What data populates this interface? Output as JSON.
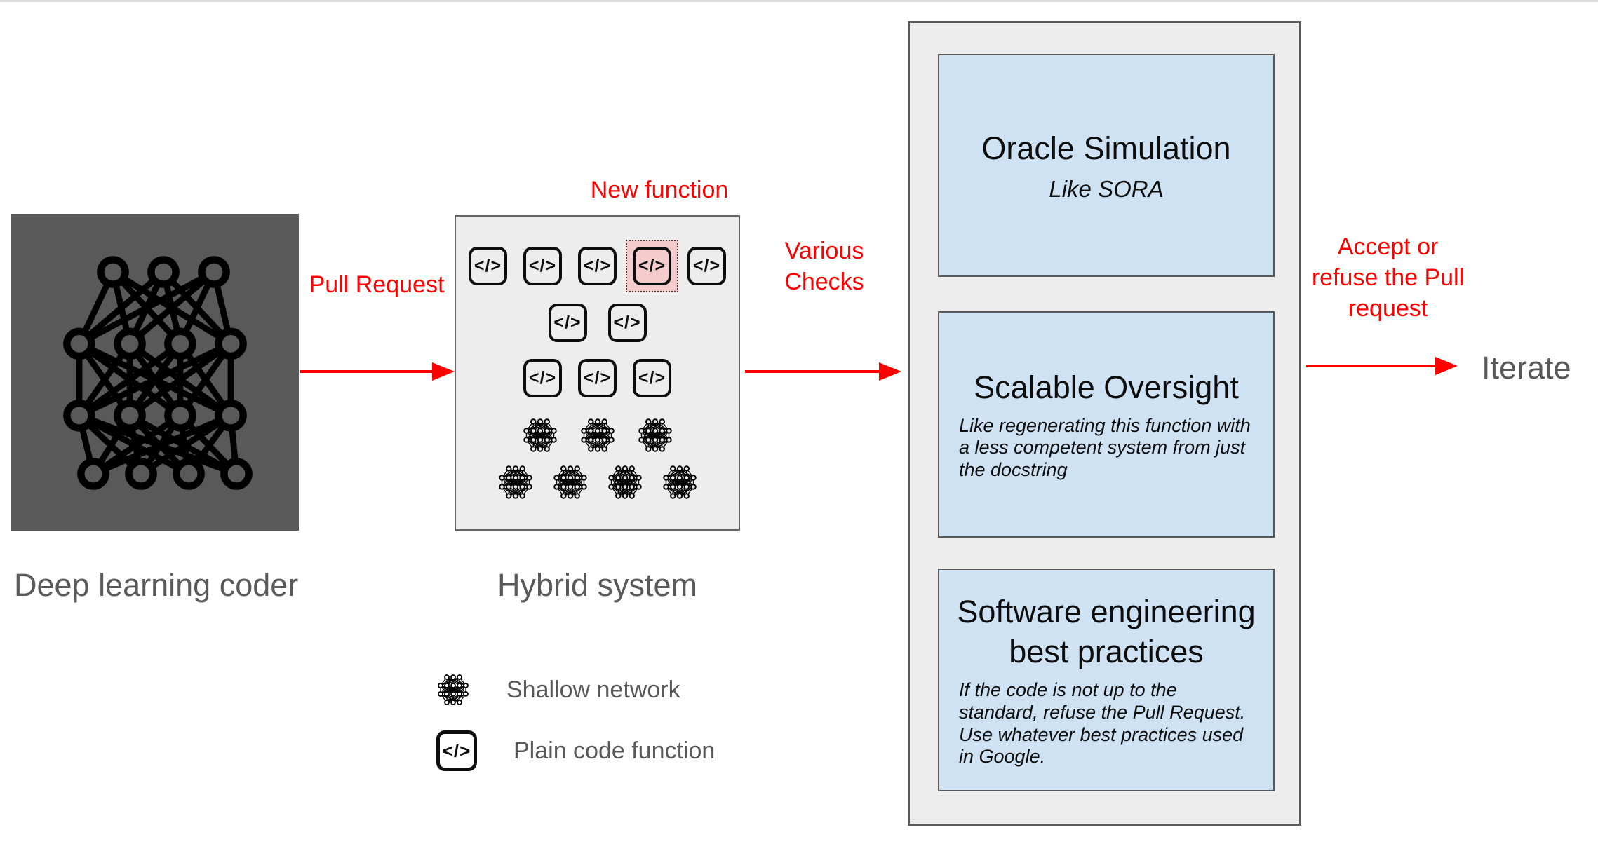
{
  "colors": {
    "accent_red": "#ff0000",
    "box_dark": "#595959",
    "panel_gray": "#ededed",
    "panel_border": "#595959",
    "card_blue": "#cfe2f3",
    "highlight_pink": "#f4cccc",
    "text_gray": "#595959",
    "top_line": "#d8d8d8"
  },
  "nodes": {
    "deep_coder": {
      "caption": "Deep learning coder",
      "icon": "deep-network-icon"
    },
    "hybrid": {
      "caption": "Hybrid system",
      "new_function_label": "New function",
      "code_glyph": "</>",
      "icon_rows": [
        {
          "type": "plain-code-icon",
          "count": 5,
          "highlight_index": 3
        },
        {
          "type": "plain-code-icon",
          "count": 2
        },
        {
          "type": "plain-code-icon",
          "count": 3
        },
        {
          "type": "shallow-network-icon",
          "count": 3
        },
        {
          "type": "shallow-network-icon",
          "count": 4
        }
      ]
    },
    "checks_panel": {
      "cards": [
        {
          "title": "Oracle Simulation",
          "subtitle": "Like SORA"
        },
        {
          "title": "Scalable Oversight",
          "subtitle": "Like regenerating this function with a less competent system from just the docstring"
        },
        {
          "title": "Software engineering best practices",
          "subtitle": "If the code is not up to the standard, refuse the Pull Request. Use whatever best practices used in Google."
        }
      ]
    }
  },
  "flow": {
    "pull_request": "Pull Request",
    "various_checks": "Various Checks",
    "accept_refuse": "Accept or refuse the Pull request",
    "iterate": "Iterate"
  },
  "legend": {
    "items": [
      {
        "icon": "shallow-network-icon",
        "label": "Shallow network"
      },
      {
        "icon": "plain-code-icon",
        "label": "Plain code function"
      }
    ]
  }
}
